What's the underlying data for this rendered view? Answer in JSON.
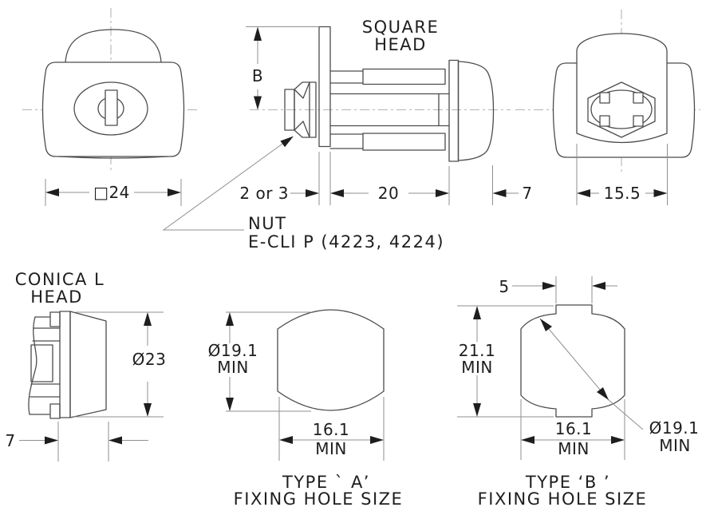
{
  "colors": {
    "line": "#4c4c4c",
    "thin": "#8f8f8f",
    "centerline": "#b4b4b4",
    "text": "#1e1e1e",
    "bg": "#ffffff"
  },
  "views": {
    "front": {
      "dim_width": "□24"
    },
    "side": {
      "title_line1": "SQUARE",
      "title_line2": "HEAD",
      "dim_b": "B",
      "dim_flange": "2 or 3",
      "dim_body": "20",
      "dim_head": "7",
      "note_line1": "NUT",
      "note_line2": "E-CLI P (4223, 4224)"
    },
    "rear": {
      "dim_width": "15.5"
    },
    "conical": {
      "title_line1": "CONICA L",
      "title_line2": "HEAD",
      "dim_diameter": "Ø23",
      "dim_head": "7"
    },
    "type_a": {
      "dim_diameter": "Ø19.1",
      "dim_diameter_min": "MIN",
      "dim_flats": "16.1",
      "dim_flats_min": "MIN",
      "caption_line1": "TYPE ` A’",
      "caption_line2": "FIXING HOLE SIZE"
    },
    "type_b": {
      "dim_tab": "5",
      "dim_height": "21.1",
      "dim_height_min": "MIN",
      "dim_flats": "16.1",
      "dim_flats_min": "MIN",
      "dim_diameter": "Ø19.1",
      "dim_diameter_min": "MIN",
      "caption_line1": "TYPE ‘B ’",
      "caption_line2": "FIXING HOLE SIZE"
    }
  }
}
